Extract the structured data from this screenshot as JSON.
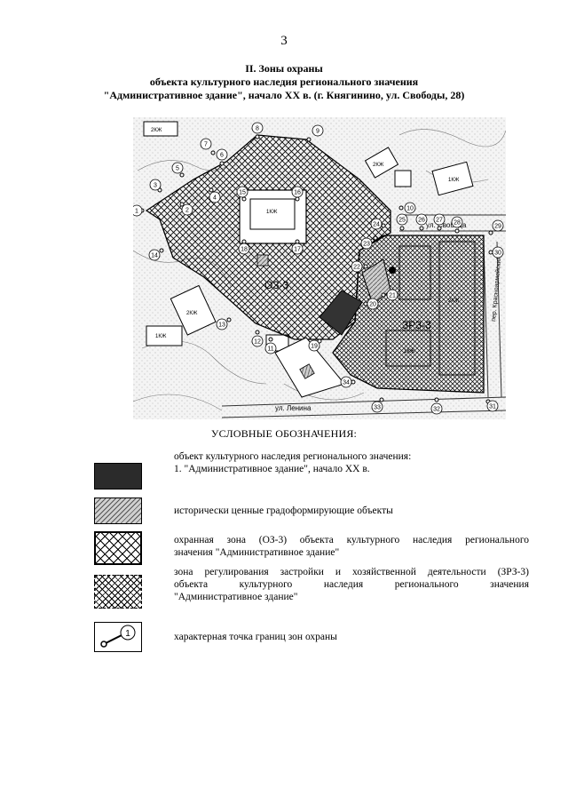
{
  "page_number": "3",
  "title": {
    "line1": "II. Зоны охраны",
    "line2": "объекта культурного наследия регионального значения",
    "line3": "\"Административное здание\", начало XX в. (г. Княгинино, ул. Свободы, 28)"
  },
  "map": {
    "zone_labels": {
      "oz": "ОЗ-3",
      "zrz": "ЗРЗ-3"
    },
    "street_labels": {
      "svobody": "ул. Свобода",
      "lenina": "ул. Ленина",
      "krasnoarmeyskaya": "пер. Красноармейский"
    },
    "building_labels": [
      "2КЖ",
      "1КЖ",
      "2КЖ",
      "1КЖ",
      "2КЖ",
      "1КЖ",
      "2КЖ",
      "1КЖ"
    ],
    "points": [
      "1",
      "2",
      "3",
      "4",
      "5",
      "6",
      "7",
      "8",
      "9",
      "10",
      "11",
      "12",
      "13",
      "14",
      "15",
      "16",
      "17",
      "18",
      "19",
      "20",
      "21",
      "22",
      "23",
      "24",
      "25",
      "26",
      "27",
      "28",
      "29",
      "30",
      "31",
      "32",
      "33",
      "34"
    ]
  },
  "legend": {
    "title": "УСЛОВНЫЕ ОБОЗНАЧЕНИЯ:",
    "items": [
      {
        "line1": "объект культурного  наследия регионального значения:",
        "line2": "1. \"Административное здание\", начало XX в."
      },
      {
        "line1": "исторически ценные градоформирующие  объекты"
      },
      {
        "line1": "охранная зона (ОЗ-3) объекта культурного наследия регионального",
        "line2": "значения \"Административное здание\""
      },
      {
        "line1": "зона регулирования застройки и хозяйственной деятельности (ЗРЗ-3)",
        "line2": "объекта культурного наследия регионального значения",
        "line3": "\"Административное здание\""
      },
      {
        "line1": "характерная точка границ зон охраны",
        "symbol_label": "1"
      }
    ]
  }
}
